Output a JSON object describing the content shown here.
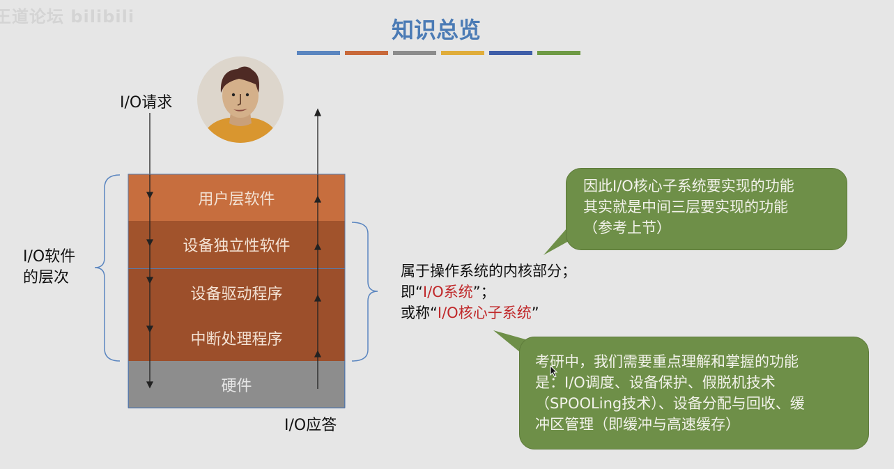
{
  "watermark": "王道论坛 bilibili",
  "title": "知识总览",
  "color_bars": [
    "#5b86c0",
    "#c8693a",
    "#8c8c8c",
    "#e0ad3b",
    "#3f5ea8",
    "#6f9a45"
  ],
  "labels": {
    "request": "I/O请求",
    "response": "I/O应答",
    "levels_line1": "I/O软件",
    "levels_line2": "的层次"
  },
  "layers": [
    {
      "label": "用户层软件",
      "color": "#c76e3e"
    },
    {
      "label": "设备独立性软件",
      "color": "#a1532c"
    },
    {
      "label": "设备驱动程序",
      "color": "#9c4f2b"
    },
    {
      "label": "中断处理程序",
      "color": "#9c4f2b"
    },
    {
      "label": "硬件",
      "color": "#8d8d8d"
    }
  ],
  "kernel_note": {
    "line1": "属于操作系统的内核部分；",
    "line2_pre": "即“",
    "line2_red": "I/O系统",
    "line2_post": "”；",
    "line3_pre": "或称“",
    "line3_red": "I/O核心子系统",
    "line3_post": "”"
  },
  "callout_top": [
    "因此I/O核心子系统要实现的功能",
    "其实就是中间三层要实现的功能",
    "（参考上节）"
  ],
  "callout_bottom": [
    "考研中，我们需要重点理解和掌握的功能",
    "是：I/O调度、设备保护、假脱机技术",
    "（SPOOLing技术）、设备分配与回收、缓",
    "冲区管理（即缓冲与高速缓存）"
  ]
}
